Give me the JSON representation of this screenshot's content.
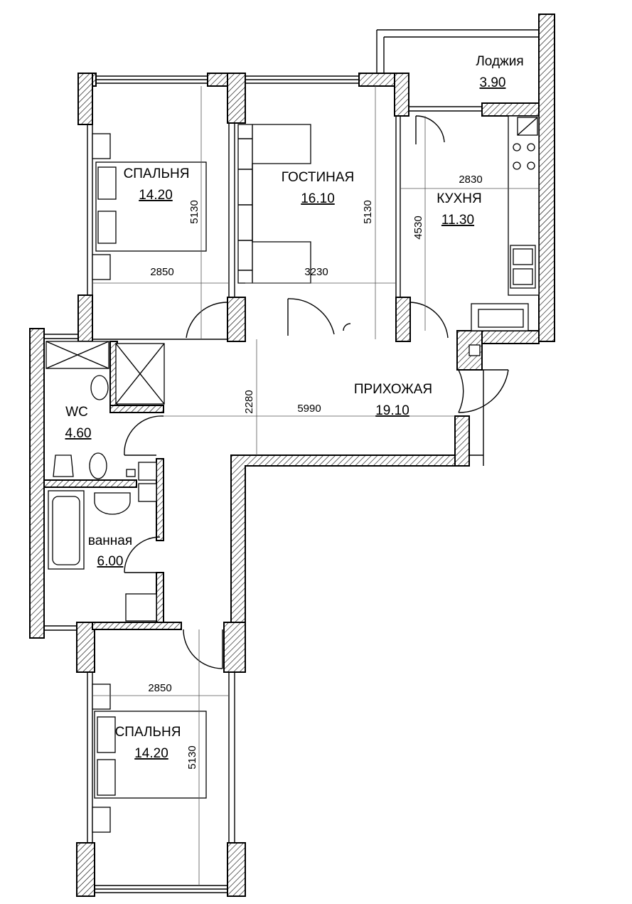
{
  "rooms": [
    {
      "name": "Лоджия",
      "area": "3.90"
    },
    {
      "name": "СПАЛЬНЯ",
      "area": "14.20"
    },
    {
      "name": "ГОСТИНАЯ",
      "area": "16.10"
    },
    {
      "name": "КУХНЯ",
      "area": "11.30"
    },
    {
      "name": "WC",
      "area": "4.60"
    },
    {
      "name": "ПРИХОЖАЯ",
      "area": "19.10"
    },
    {
      "name": "ванная",
      "area": "6.00"
    },
    {
      "name": "СПАЛЬНЯ",
      "area": "14.20"
    }
  ],
  "dimensions": {
    "bedroom_top_height": "5130",
    "bedroom_top_width": "2850",
    "living_height": "5130",
    "living_width": "3230",
    "kitchen_width": "2830",
    "kitchen_height": "4530",
    "hall_height": "2280",
    "hall_length": "5990",
    "bedroom_bottom_width": "2850",
    "bedroom_bottom_height": "5130"
  },
  "colors": {
    "line": "#000000",
    "background": "#ffffff"
  }
}
